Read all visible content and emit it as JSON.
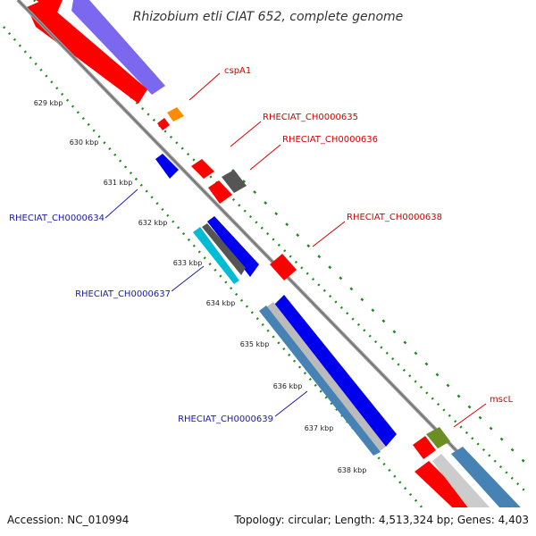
{
  "title": "Rhizobium etli CIAT 652, complete genome",
  "footer": {
    "accession": "Accession: NC_010994",
    "summary": "Topology: circular; Length: 4,513,324 bp; Genes: 4,403"
  },
  "ticks": [
    "629 kbp",
    "630 kbp",
    "631 kbp",
    "632 kbp",
    "633 kbp",
    "634 kbp",
    "635 kbp",
    "636 kbp",
    "637 kbp",
    "638 kbp"
  ],
  "gene_labels": {
    "cspA1": "cspA1",
    "ch635": "RHECIAT_CH0000635",
    "ch636": "RHECIAT_CH0000636",
    "ch638": "RHECIAT_CH0000638",
    "mscL": "mscL",
    "ch634": "RHECIAT_CH0000634",
    "ch637": "RHECIAT_CH0000637",
    "ch639": "RHECIAT_CH0000639"
  },
  "colors": {
    "forward_cds": "#ff0000",
    "reverse_cds": "#0000ee",
    "backbone": "#888888",
    "gc_skew": "#1e8c1e",
    "purple_track": "#7b68ee",
    "steelblue_track": "#4682b4",
    "orange": "#ff8c00",
    "gray": "#555555",
    "olive": "#6b8e23",
    "cyan": "#00bcd4"
  }
}
